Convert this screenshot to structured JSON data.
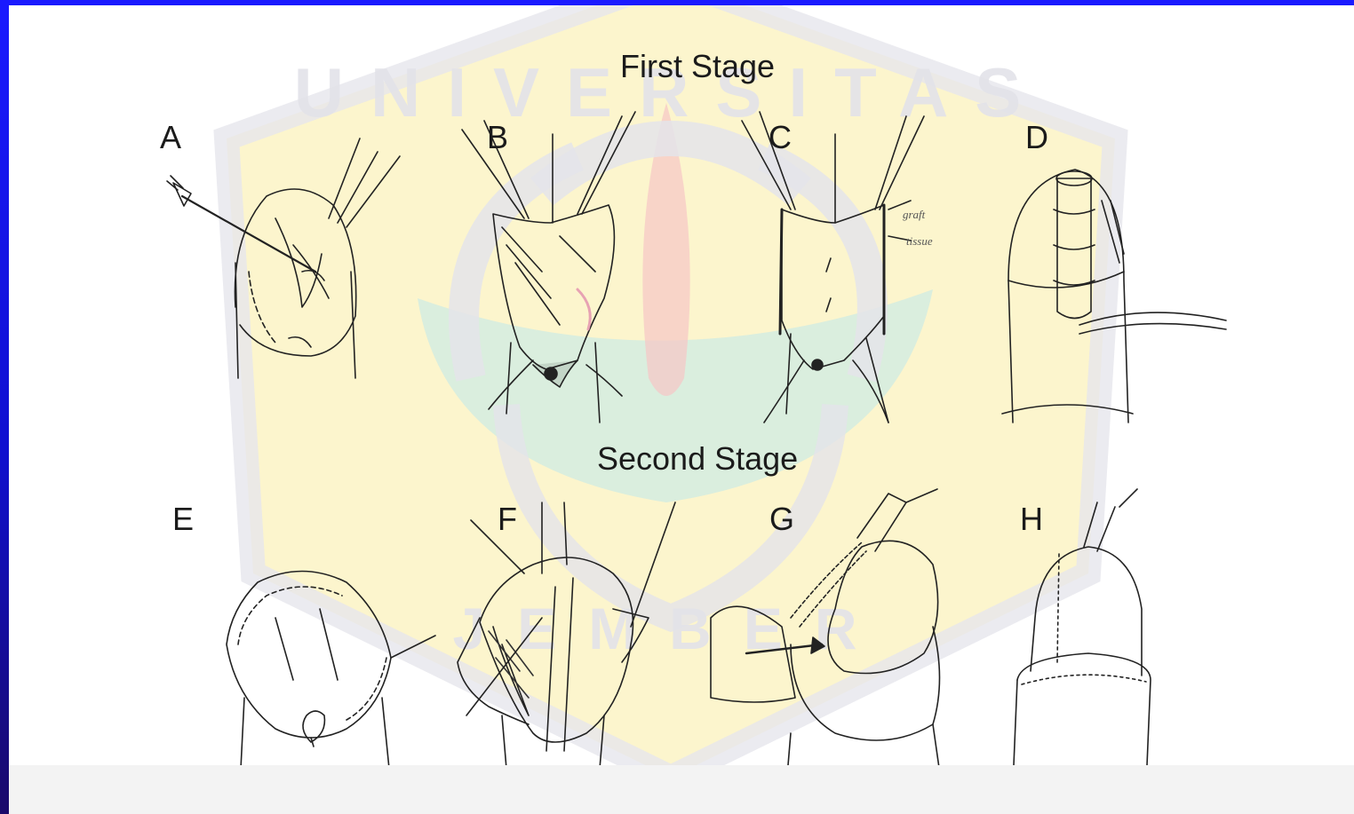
{
  "stages": {
    "first": "First Stage",
    "second": "Second Stage"
  },
  "panels": {
    "A": "A",
    "B": "B",
    "C": "C",
    "D": "D",
    "E": "E",
    "F": "F",
    "G": "G",
    "H": "H"
  },
  "sketch_notes": {
    "c_top": "graft",
    "c_bottom": "tissue"
  },
  "watermark": {
    "arc_text": "UNIVERSITAS",
    "bottom_text": "JEMBER"
  },
  "colors": {
    "frame_blue": "#1414ee",
    "line_ink": "#222222",
    "watermark_yellow": "#fbf3c4",
    "watermark_grey": "#e4e4ea",
    "watermark_green": "#d3ece0",
    "watermark_red": "#f6c6c6"
  }
}
